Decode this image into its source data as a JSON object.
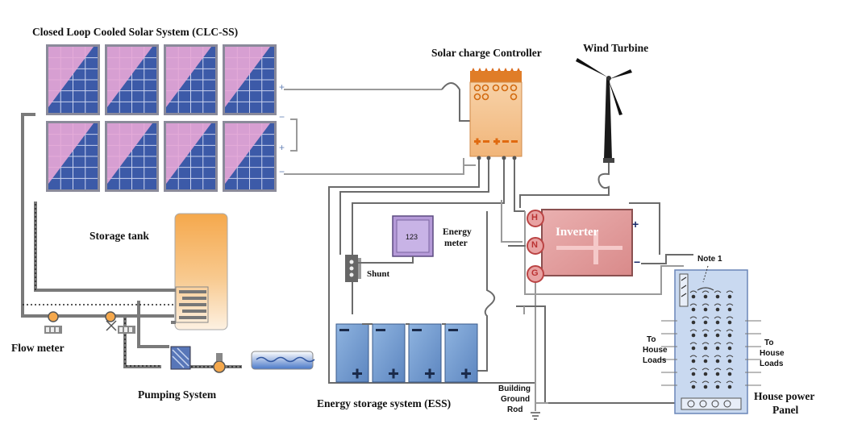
{
  "labels": {
    "clc_title": "Closed Loop Cooled Solar System (CLC-SS)",
    "controller": "Solar charge Controller",
    "wind": "Wind Turbine",
    "storage_tank": "Storage tank",
    "energy_meter_line1": "Energy",
    "energy_meter_line2": "meter",
    "meter_display": "123",
    "shunt": "Shunt",
    "inverter": "Inverter",
    "note": "Note 1",
    "to_house_left_1": "To",
    "to_house_left_2": "House",
    "to_house_left_3": "Loads",
    "to_house_right_1": "To",
    "to_house_right_2": "House",
    "to_house_right_3": "Loads",
    "flow_meter": "Flow meter",
    "pumping": "Pumping System",
    "ess": "Energy storage system (ESS)",
    "ground_1": "Building",
    "ground_2": "Ground",
    "ground_3": "Rod",
    "panel_1": "House power",
    "panel_2": "Panel",
    "term_h": "H",
    "term_n": "N",
    "term_g": "G",
    "plus_1": "+",
    "minus_1": "−",
    "plus_2": "+",
    "minus_2": "−",
    "inv_plus": "+",
    "inv_minus": "−"
  },
  "colors": {
    "panel_frame": "#8a8a9a",
    "panel_cell": "#3c5aa8",
    "panel_pink": "#e8a6d6",
    "controller": "#f3c08a",
    "controller_top": "#e07d28",
    "inverter": "#e8a2a2",
    "battery": "#7fa7d8",
    "tank_top": "#f5a84c",
    "tank_bottom": "#fdf1e2",
    "house_panel": "#c9d9f0",
    "meter": "#b59ad8"
  }
}
